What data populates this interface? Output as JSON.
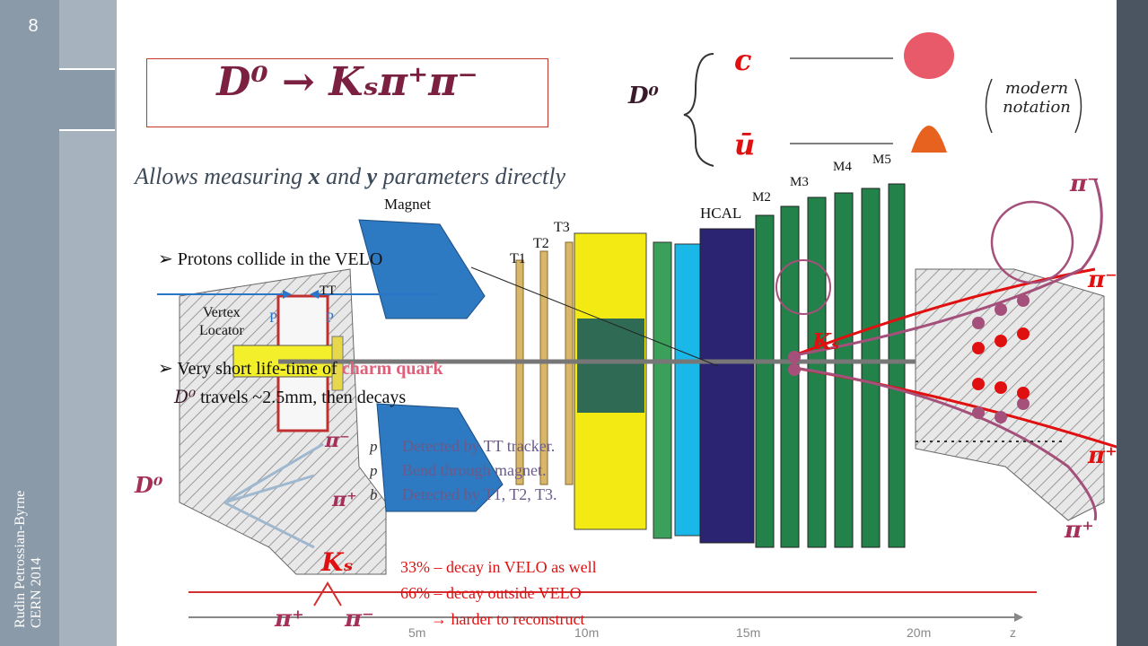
{
  "slide": {
    "number": "8",
    "author_line1": "Rudin Petrossian-Byrne",
    "author_line2": "CERN 2014",
    "title": "D⁰ → Kₛπ⁺π⁻",
    "subtitle_prefix": "Allows measuring ",
    "subtitle_x": "x",
    "subtitle_and": " and ",
    "subtitle_y": "y",
    "subtitle_suffix": " parameters directly"
  },
  "quark_diagram": {
    "meson": "D⁰",
    "quark_top": "c",
    "quark_bottom": "ū",
    "note_line1": "modern",
    "note_line2": "notation"
  },
  "bullets": [
    {
      "text": "Protons collide in the VELO"
    },
    {
      "text_prefix": "Very short life-time of ",
      "highlight": "charm quark",
      "line2_symbol": "D⁰",
      "line2_text": " travels ~2.5mm, then decays"
    }
  ],
  "detector": {
    "labels": {
      "magnet": "Magnet",
      "tt": "TT",
      "vertex": "Vertex",
      "locator": "Locator",
      "p_left": "P",
      "p_right": "P",
      "t1": "T1",
      "t2": "T2",
      "t3": "T3",
      "hcal": "HCAL",
      "m2": "M2",
      "m3": "M3",
      "m4": "M4",
      "m5": "M5"
    },
    "axis_ticks": [
      "5m",
      "10m",
      "15m",
      "20m",
      "z"
    ]
  },
  "particles": {
    "pi_minus": "π⁻",
    "pi_plus": "π⁺",
    "ks": "Kₛ",
    "d0": "D⁰",
    "ks_decay_pi_plus": "π⁺",
    "ks_decay_pi_minus": "π⁻"
  },
  "tracking_notes": [
    {
      "symbol": "p",
      "text": "Detected by TT tracker."
    },
    {
      "symbol": "p",
      "text": "Bend through magnet."
    },
    {
      "symbol": "b",
      "text": "Detected by T1, T2, T3."
    }
  ],
  "ks_notes": {
    "line1": "33% – decay in VELO as well",
    "line2": "66% – decay outside VELO",
    "line3": "→ harder to reconstruct"
  },
  "colors": {
    "accent_magenta": "#a4305a",
    "accent_red": "#e01010",
    "sidebar": "#8a9aa9",
    "dark_bar": "#4b5561"
  }
}
